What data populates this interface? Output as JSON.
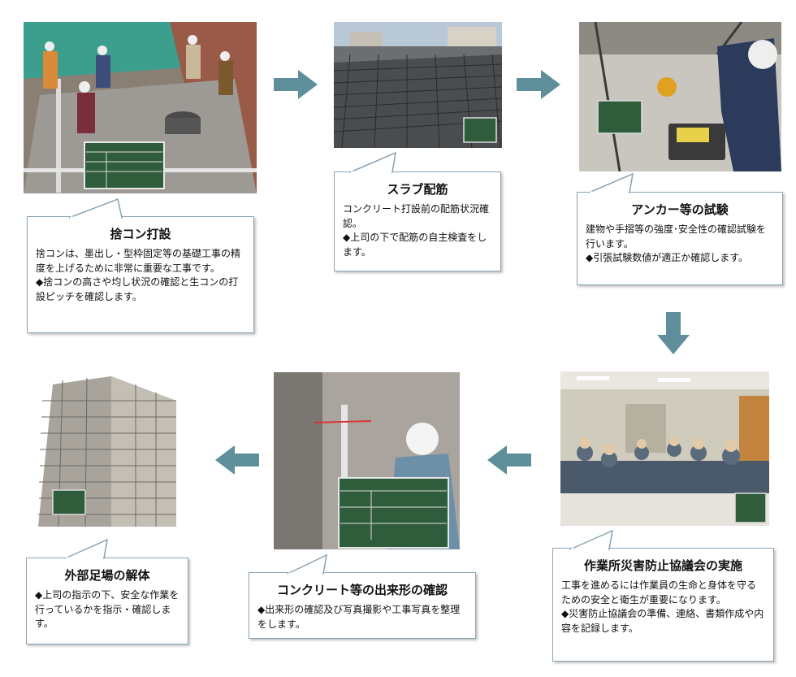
{
  "steps": [
    {
      "title": "捨コン打設",
      "body": "捨コンは、墨出し・型枠固定等の基礎工事の精度を上げるために非常に重要な工事です。\n◆捨コンの高さや均し状況の確認と生コンの打設ピッチを確認します。"
    },
    {
      "title": "スラブ配筋",
      "body": "コンクリート打設前の配筋状況確認。\n◆上司の下で配筋の自主検査をします。"
    },
    {
      "title": "アンカー等の試験",
      "body": "建物や手摺等の強度･安全性の確認試験を行います。\n◆引張試験数値が適正か確認します。"
    },
    {
      "title": "作業所災害防止協議会の実施",
      "body": "工事を進めるには作業員の生命と身体を守るための安全と衛生が重要になります。\n◆災害防止協議会の準備、連絡、書類作成や内容を記録します。"
    },
    {
      "title": "コンクリート等の出来形の確認",
      "body": "◆出来形の確認及び写真撮影や工事写真を整理をします。"
    },
    {
      "title": "外部足場の解体",
      "body": "◆上司の指示の下、安全な作業を行っているかを指示・確認します。"
    }
  ],
  "colors": {
    "arrow": "#5e8f9b",
    "border": "#8aa3b4",
    "board": "#2f5c3a"
  },
  "arrow_directions": [
    "right",
    "right",
    "down",
    "left",
    "left"
  ]
}
